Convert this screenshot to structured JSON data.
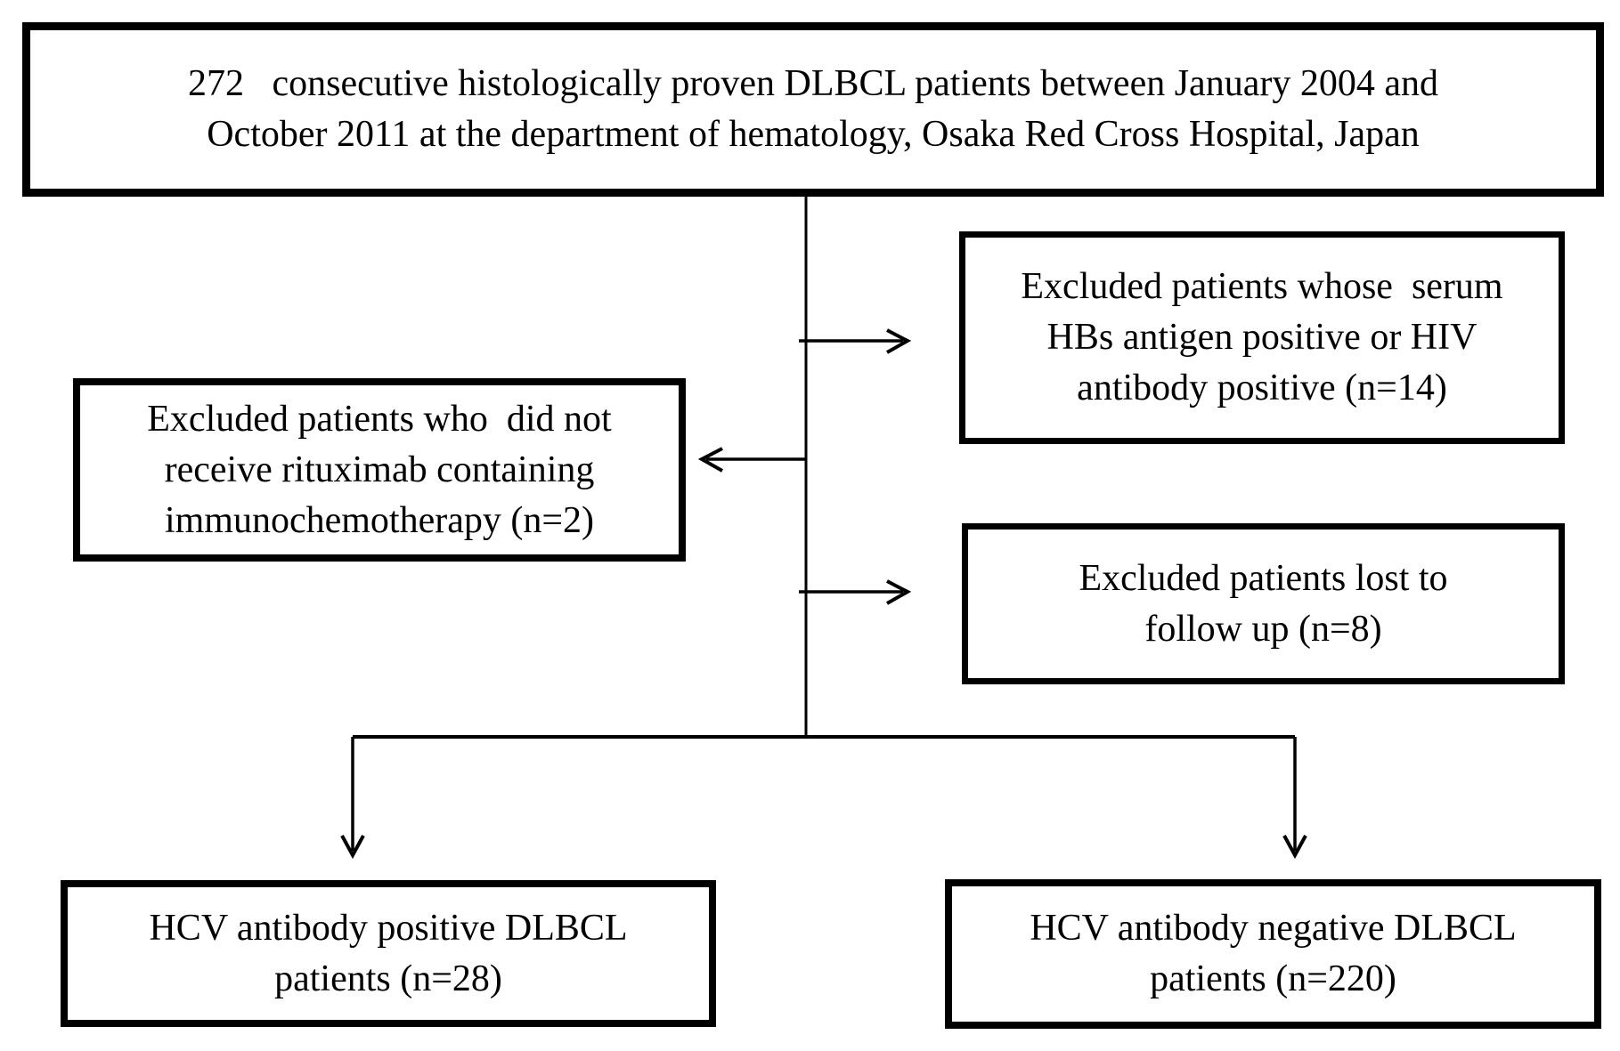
{
  "figure": {
    "type": "patient-flow-diagram",
    "background_color": "#ffffff",
    "line_color": "#000000",
    "text_color": "#000000"
  },
  "boxes": {
    "top": {
      "lines": [
        "272   consecutive histologically proven DLBCL patients between January 2004 and",
        "October 2011 at the department of hematology, Osaka Red Cross Hospital, Japan"
      ]
    },
    "excluded_hbs_hiv": {
      "lines": [
        "Excluded patients whose  serum",
        "HBs antigen positive or HIV",
        "antibody positive (n=14)"
      ]
    },
    "excluded_rituximab": {
      "lines": [
        "Excluded patients who  did not",
        "receive rituximab containing",
        "immunochemotherapy (n=2)"
      ]
    },
    "excluded_lost_followup": {
      "lines": [
        "Excluded patients lost to",
        "follow up (n=8)"
      ]
    },
    "hcv_positive": {
      "lines": [
        "HCV antibody positive DLBCL",
        "patients (n=28)"
      ]
    },
    "hcv_negative": {
      "lines": [
        "HCV antibody negative DLBCL",
        "patients (n=220)"
      ]
    }
  },
  "counts": {
    "total_dlbcl": 272,
    "excluded_hbs_hiv": 14,
    "excluded_rituximab": 2,
    "excluded_lost_followup": 8,
    "hcv_positive": 28,
    "hcv_negative": 220
  }
}
